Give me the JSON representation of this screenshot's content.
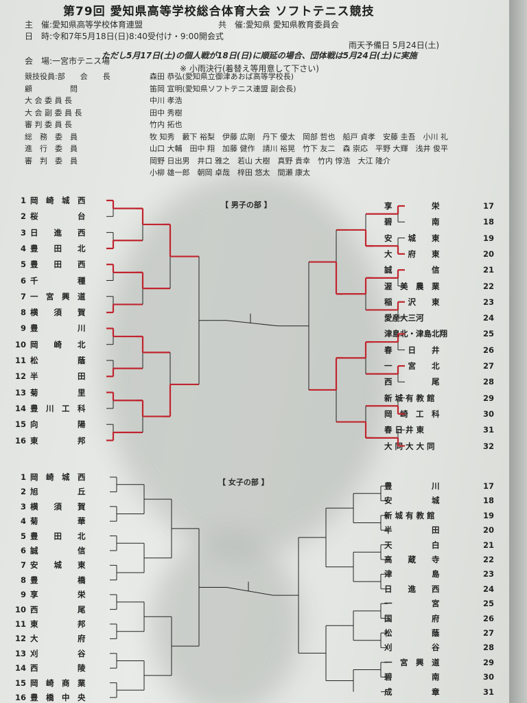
{
  "title": "第79回 愛知県高等学校総合体育大会 ソフトテニス競技",
  "header": {
    "organizer": "主　催:愛知県高等学校体育連盟",
    "cosponsor": "共　催:愛知県 愛知県教育委員会",
    "date": "日　時:令和7年5月18日(日)8:40受付け・9:00開会式",
    "rain_date": "雨天予備日 5月24日(土)",
    "note": "ただし5月17日(土)の個人戦が18日(日)に順延の場合、団体戦は5月24日(土)に実施",
    "venue": "会　場:一宮市テニス場",
    "rain_note": "※ 小雨決行(着替え等用意して下さい)"
  },
  "officials": [
    {
      "role": "競技役員:部　　会　　長",
      "names": "森田 恭弘(愛知県立御津あおば高等学校長)"
    },
    {
      "role": "顧　　　　　問",
      "names": "笛岡 宣明(愛知県ソフトテニス連盟 副会長)"
    },
    {
      "role": "大 会 委 員 長",
      "names": "中川 孝浩"
    },
    {
      "role": "大 会 副 委 員 長",
      "names": "田中 秀樹"
    },
    {
      "role": "審 判 委 員 長",
      "names": "竹内 拓也"
    },
    {
      "role": "総　務　委　員",
      "names": "牧 知秀　藪下 裕梨　伊藤 広剛　丹下 優太　岡部 哲也　船戸 貞孝　安藤 圭吾　小川 礼"
    },
    {
      "role": "進　行　委　員",
      "names": "山口 大輔　田中 翔　加藤 健作　請川 裕晃　竹下 友二　森 崇応　平野 大輝　浅井 俊平"
    },
    {
      "role": "審　判　委　員",
      "names": "岡野 日出男　井口 雅之　若山 大樹　真野 貴幸　竹内 惇浩　大江 隆介"
    },
    {
      "role": "",
      "names": "小柳 雄一郎　朝岡 卓哉　梓田 悠太　間瀬 康太"
    }
  ],
  "boys": {
    "label": "【 男子の部 】",
    "left": [
      {
        "no": "1",
        "name": "岡　崎　城　西"
      },
      {
        "no": "2",
        "name": "桜　　　　　台"
      },
      {
        "no": "3",
        "name": "日　　進　　西"
      },
      {
        "no": "4",
        "name": "豊　　田　　北"
      },
      {
        "no": "5",
        "name": "豊　　田　　西"
      },
      {
        "no": "6",
        "name": "千　　　　　種"
      },
      {
        "no": "7",
        "name": "一　宮　興　道"
      },
      {
        "no": "8",
        "name": "横　　須　　賀"
      },
      {
        "no": "9",
        "name": "豊　　　　　川"
      },
      {
        "no": "10",
        "name": "岡　　崎　　北"
      },
      {
        "no": "11",
        "name": "松　　　　　蔭"
      },
      {
        "no": "12",
        "name": "半　　　　　田"
      },
      {
        "no": "13",
        "name": "菊　　　　　里"
      },
      {
        "no": "14",
        "name": "豊　川　工　科"
      },
      {
        "no": "15",
        "name": "向　　　　　陽"
      },
      {
        "no": "16",
        "name": "東　　　　　邦"
      }
    ],
    "right": [
      {
        "no": "17",
        "name": "享　　　　　栄"
      },
      {
        "no": "18",
        "name": "碧　　　　　南"
      },
      {
        "no": "19",
        "name": "安　　城　　東"
      },
      {
        "no": "20",
        "name": "大　　府　　東"
      },
      {
        "no": "21",
        "name": "誠　　　　　信"
      },
      {
        "no": "22",
        "name": "渥　美　農　業"
      },
      {
        "no": "23",
        "name": "稲　　沢　　東"
      },
      {
        "no": "24",
        "name": "愛産大三河"
      },
      {
        "no": "25",
        "name": "津島北・津島北翔"
      },
      {
        "no": "26",
        "name": "春　　日　　井"
      },
      {
        "no": "27",
        "name": "一　　宮　　北"
      },
      {
        "no": "28",
        "name": "西　　　　　尾"
      },
      {
        "no": "29",
        "name": "新 城 有 教 館"
      },
      {
        "no": "30",
        "name": "岡　崎　工　科"
      },
      {
        "no": "31",
        "name": "春 日 井 東"
      },
      {
        "no": "32",
        "name": "大 同 大 大 同"
      }
    ]
  },
  "girls": {
    "label": "【 女子の部 】",
    "left": [
      {
        "no": "1",
        "name": "岡　崎　城　西"
      },
      {
        "no": "2",
        "name": "旭　　　　　丘"
      },
      {
        "no": "3",
        "name": "横　　須　　賀"
      },
      {
        "no": "4",
        "name": "菊　　　　　華"
      },
      {
        "no": "5",
        "name": "豊　　田　　北"
      },
      {
        "no": "6",
        "name": "誠　　　　　信"
      },
      {
        "no": "7",
        "name": "安　　城　　東"
      },
      {
        "no": "8",
        "name": "豊　　　　　橋"
      },
      {
        "no": "9",
        "name": "享　　　　　栄"
      },
      {
        "no": "10",
        "name": "西　　　　　尾"
      },
      {
        "no": "11",
        "name": "東　　　　　邦"
      },
      {
        "no": "12",
        "name": "大　　　　　府"
      },
      {
        "no": "13",
        "name": "刈　　　　　谷"
      },
      {
        "no": "14",
        "name": "西　　　　　陵"
      },
      {
        "no": "15",
        "name": "岡　崎　商　業"
      },
      {
        "no": "16",
        "name": "豊　橋　中　央"
      }
    ],
    "right": [
      {
        "no": "17",
        "name": "豊　　　　　川"
      },
      {
        "no": "18",
        "name": "安　　　　　城"
      },
      {
        "no": "19",
        "name": "新 城 有 教 館"
      },
      {
        "no": "20",
        "name": "半　　　　　田"
      },
      {
        "no": "21",
        "name": "天　　　　　白"
      },
      {
        "no": "22",
        "name": "高　　蔵　　寺"
      },
      {
        "no": "23",
        "name": "津　　　　　島"
      },
      {
        "no": "24",
        "name": "日　　進　　西"
      },
      {
        "no": "25",
        "name": "一　　　　　宮"
      },
      {
        "no": "26",
        "name": "国　　　　　府"
      },
      {
        "no": "27",
        "name": "松　　　　　蔭"
      },
      {
        "no": "28",
        "name": "刈　　　　　谷"
      },
      {
        "no": "29",
        "name": "一　宮　興　道"
      },
      {
        "no": "30",
        "name": "碧　　　　　南"
      },
      {
        "no": "31",
        "name": "成　　　　　章"
      }
    ]
  },
  "colors": {
    "ink": "#222222",
    "pen": "#c0242e",
    "paper": "#e4e7e3"
  }
}
